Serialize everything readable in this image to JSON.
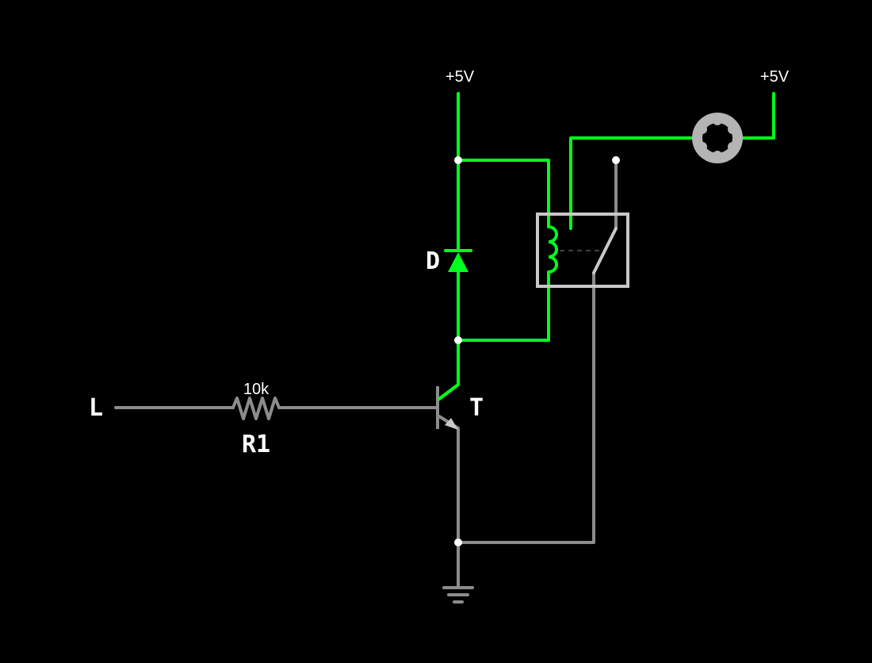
{
  "colors": {
    "background": "#000000",
    "energized": "#00ff1e",
    "unenergized": "#8c8c8c",
    "relay_box": "#c8c8c8",
    "junction": "#ffffff",
    "label": "#ffffff"
  },
  "labels": {
    "input": "L",
    "resistor_value": "10k",
    "resistor_name": "R1",
    "diode_name": "D",
    "transistor_name": "T",
    "supply_left": "+5V",
    "supply_right": "+5V"
  },
  "icons": {
    "motor": "motor-icon",
    "ground": "ground-icon",
    "diode": "diode-icon",
    "resistor": "resistor-icon",
    "transistor": "npn-transistor-icon",
    "relay": "relay-icon"
  }
}
